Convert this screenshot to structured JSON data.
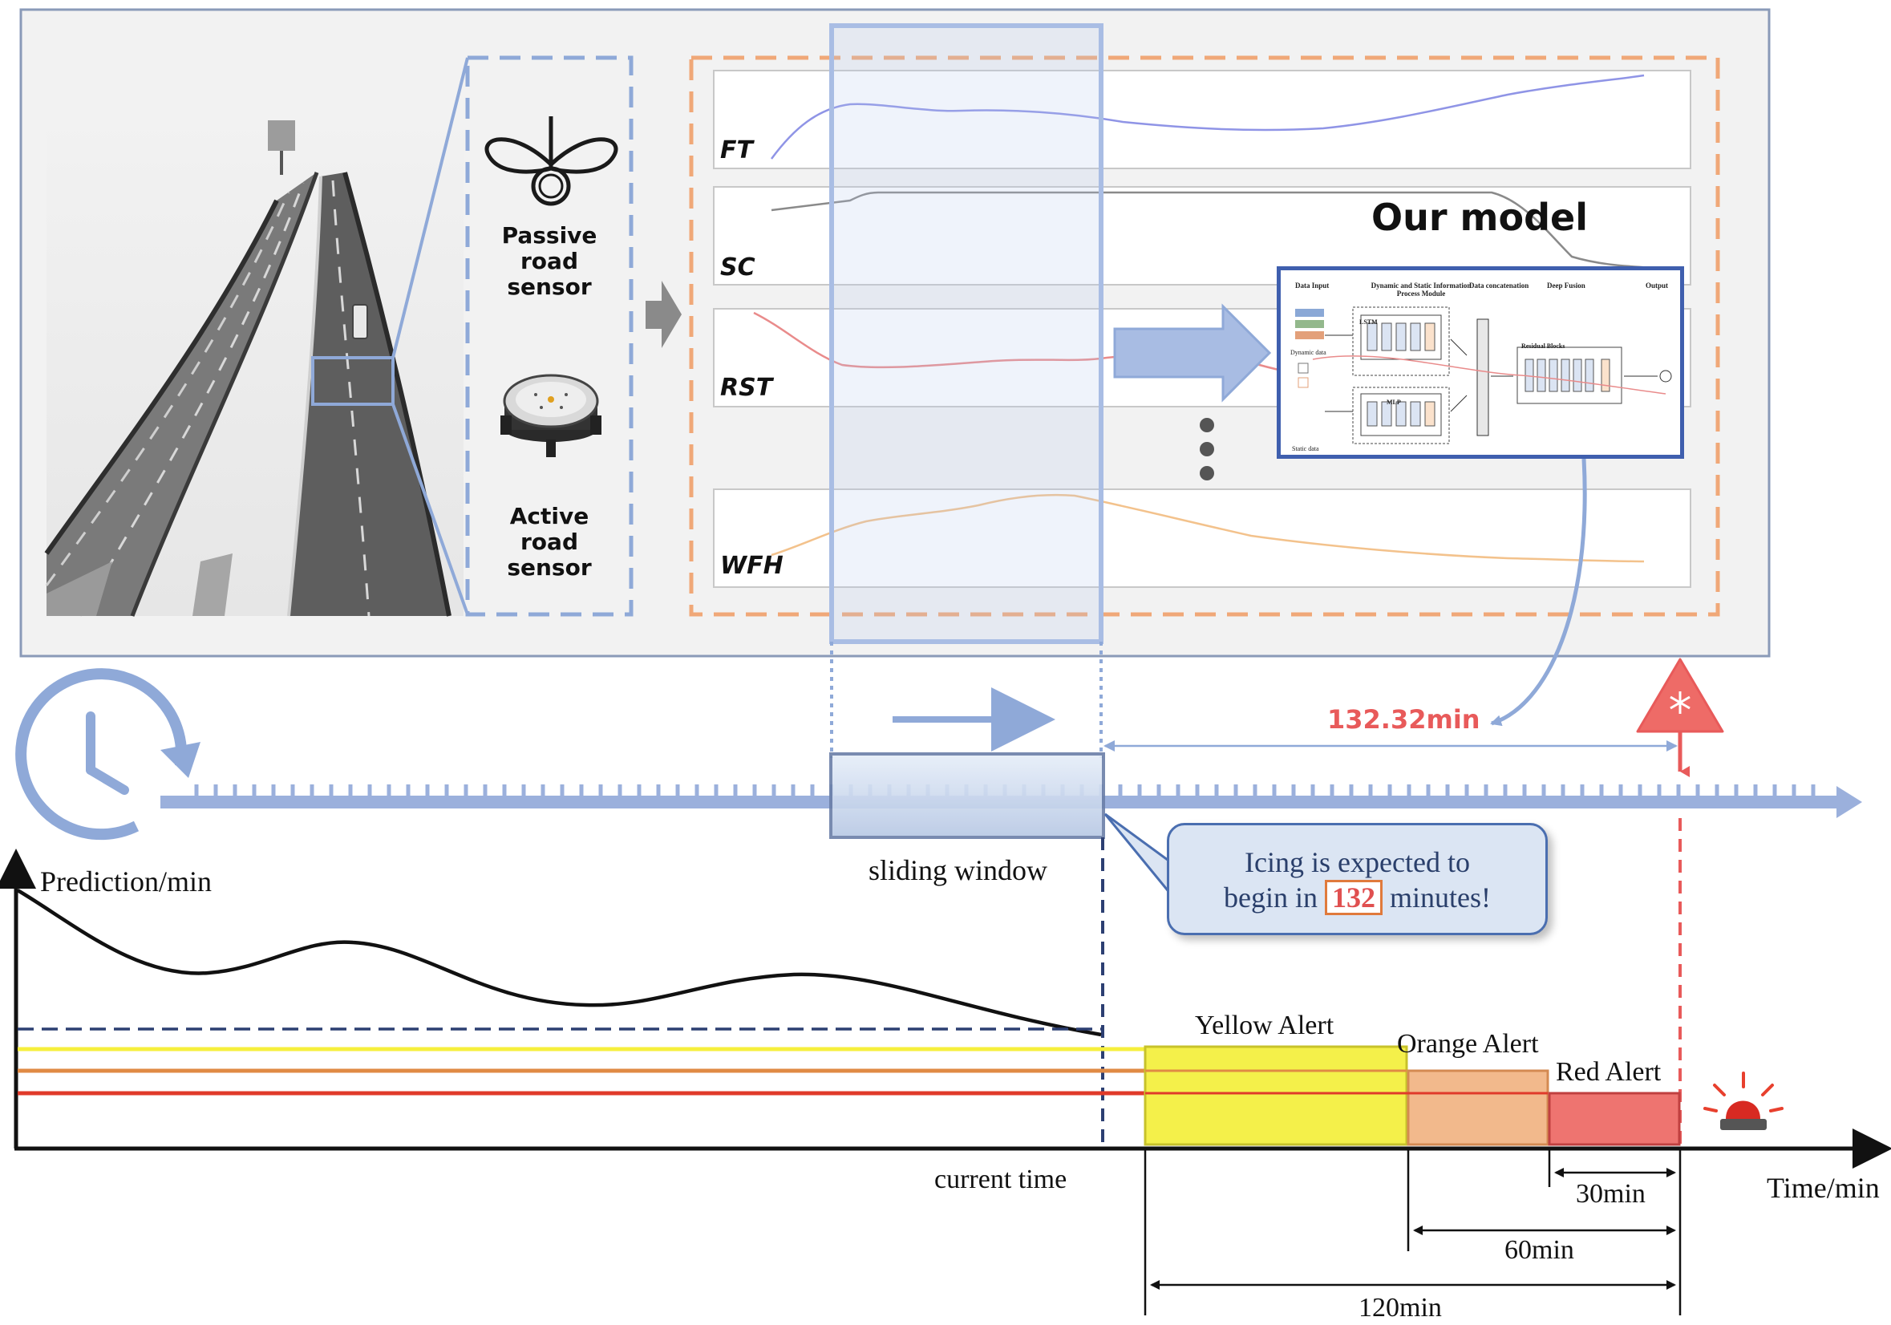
{
  "channels": [
    "FT",
    "SC",
    "RST",
    "WFH"
  ],
  "sensors": {
    "passive": "Passive road\nsensor",
    "active": "Active road\nsensor"
  },
  "model": {
    "title": "Our model",
    "headers": [
      "Data Input",
      "Dynamic and Static Information\nProcess Module",
      "Data concatenation",
      "Deep Fusion",
      "Output"
    ],
    "lstm_label": "LSTM",
    "mlp_label": "MLP",
    "residual_label": "Residual Blocks",
    "dynamic_label": "Dynamic data",
    "static_label": "Static data"
  },
  "timeline": {
    "prediction_value": "132.32min",
    "sliding_window": "sliding window",
    "current_time": "current time",
    "callout_pre": "Icing is expected to",
    "callout_begin": "begin in",
    "callout_number": "132",
    "callout_post": "minutes!"
  },
  "axes": {
    "ylabel": "Prediction/min",
    "xlabel": "Time/min"
  },
  "alerts": [
    {
      "label": "Yellow Alert",
      "color": "#f4f04a",
      "duration": "120min"
    },
    {
      "label": "Orange Alert",
      "color": "#f2b98c",
      "duration": "60min"
    },
    {
      "label": "Red Alert",
      "color": "#ee7470",
      "duration": "30min"
    }
  ],
  "colors": {
    "ft_line": "#8f94e6",
    "sc_line": "#8a8a8a",
    "rst_line": "#e98b8b",
    "wfh_line": "#f3c28c",
    "accent_blue": "#8fa9d8",
    "dashed_orange": "#f0a878",
    "prediction_red": "#e85a5a"
  }
}
